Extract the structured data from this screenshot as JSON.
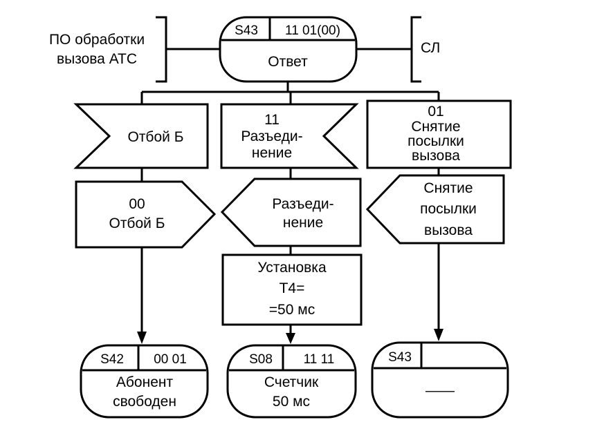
{
  "left_context": {
    "line1": "ПО обработки",
    "line2": "вызова АТС"
  },
  "right_context": {
    "label": "СЛ"
  },
  "top_state": {
    "id": "S43",
    "code": "11 01(00)",
    "name": "Ответ"
  },
  "input_signals": [
    {
      "line1": "",
      "line2": "Отбой Б",
      "line3": ""
    },
    {
      "line1": "11",
      "line2": "Разъеди-",
      "line3": "нение"
    },
    {
      "line1": "01",
      "line2": "Снятие",
      "line3": "посылки",
      "line4": "вызова"
    }
  ],
  "output_signals": [
    {
      "line1": "00",
      "line2": "Отбой Б"
    },
    {
      "line1": "Разъеди-",
      "line2": "нение"
    },
    {
      "line1": "Снятие",
      "line2": "посылки",
      "line3": "вызова"
    }
  ],
  "task": {
    "line1": "Установка",
    "line2": "Т4=",
    "line3": "=50 мс"
  },
  "end_states": [
    {
      "id": "S42",
      "code": "00 01",
      "line1": "Абонент",
      "line2": "свободен"
    },
    {
      "id": "S08",
      "code": "11 11",
      "line1": "Счетчик",
      "line2": "50 мс"
    },
    {
      "id": "S43",
      "code": "",
      "line1": "——",
      "line2": ""
    }
  ]
}
